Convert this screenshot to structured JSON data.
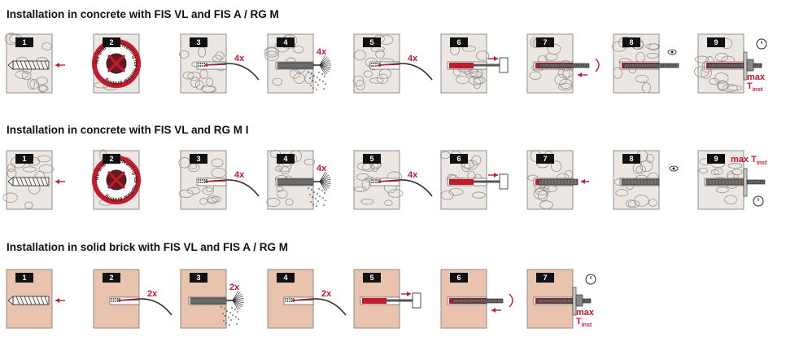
{
  "colors": {
    "concrete_bg": "#ece7e2",
    "brick_bg": "#e9c3ad",
    "accent_red": "#c41a2b",
    "outline": "#333333"
  },
  "sections": [
    {
      "title": "Installation in concrete with FIS VL and FIS A / RG M",
      "material": "concrete",
      "steps": [
        {
          "num": "1",
          "kind": "drill"
        },
        {
          "num": "2",
          "kind": "no-clean",
          "seal_text": "No drill hole cleaning for hollow drilling"
        },
        {
          "num": "3",
          "kind": "blow",
          "rep": "4x"
        },
        {
          "num": "4",
          "kind": "brush",
          "rep": "4x"
        },
        {
          "num": "5",
          "kind": "blow",
          "rep": "4x"
        },
        {
          "num": "6",
          "kind": "inject"
        },
        {
          "num": "7",
          "kind": "insert-rod"
        },
        {
          "num": "8",
          "kind": "check-rod"
        },
        {
          "num": "9",
          "kind": "torque-rod",
          "torque_label": "max",
          "torque_value": "T",
          "torque_sub": "inst"
        }
      ]
    },
    {
      "title": "Installation in concrete with FIS VL and RG M I",
      "material": "concrete",
      "steps": [
        {
          "num": "1",
          "kind": "drill"
        },
        {
          "num": "2",
          "kind": "no-clean",
          "seal_text": "No drill hole cleaning for hollow drilling"
        },
        {
          "num": "3",
          "kind": "blow",
          "rep": "4x"
        },
        {
          "num": "4",
          "kind": "brush",
          "rep": "4x"
        },
        {
          "num": "5",
          "kind": "blow",
          "rep": "4x"
        },
        {
          "num": "6",
          "kind": "inject"
        },
        {
          "num": "7",
          "kind": "insert-sleeve"
        },
        {
          "num": "8",
          "kind": "check-sleeve"
        },
        {
          "num": "9",
          "kind": "torque-sleeve",
          "torque_label": "max",
          "torque_value": "T",
          "torque_sub": "inst"
        }
      ]
    },
    {
      "title": "Installation in solid brick with FIS VL and FIS A / RG M",
      "material": "brick",
      "steps": [
        {
          "num": "1",
          "kind": "drill"
        },
        {
          "num": "2",
          "kind": "blow",
          "rep": "2x"
        },
        {
          "num": "3",
          "kind": "brush",
          "rep": "2x"
        },
        {
          "num": "4",
          "kind": "blow",
          "rep": "2x"
        },
        {
          "num": "5",
          "kind": "inject"
        },
        {
          "num": "6",
          "kind": "insert-rod"
        },
        {
          "num": "7",
          "kind": "torque-rod",
          "torque_label": "max",
          "torque_value": "T",
          "torque_sub": "inst"
        }
      ]
    }
  ]
}
